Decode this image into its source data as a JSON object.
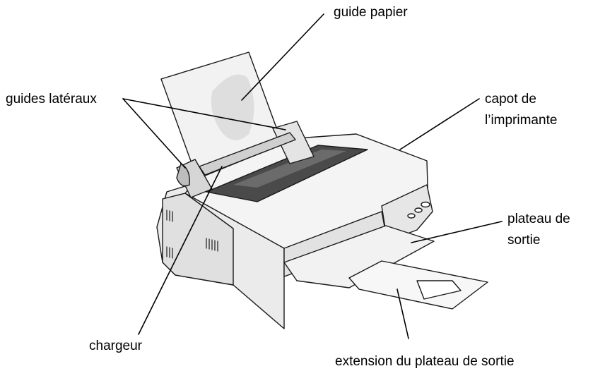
{
  "labels": {
    "paper_guide": "guide papier",
    "edge_guides": "guides latéraux",
    "printer_cover_line1": "capot de",
    "printer_cover_line2": "l’imprimante",
    "output_tray_line1": "plateau de",
    "output_tray_line2": "sortie",
    "sheet_feeder": "chargeur",
    "output_tray_extension": "extension du plateau de sortie"
  }
}
